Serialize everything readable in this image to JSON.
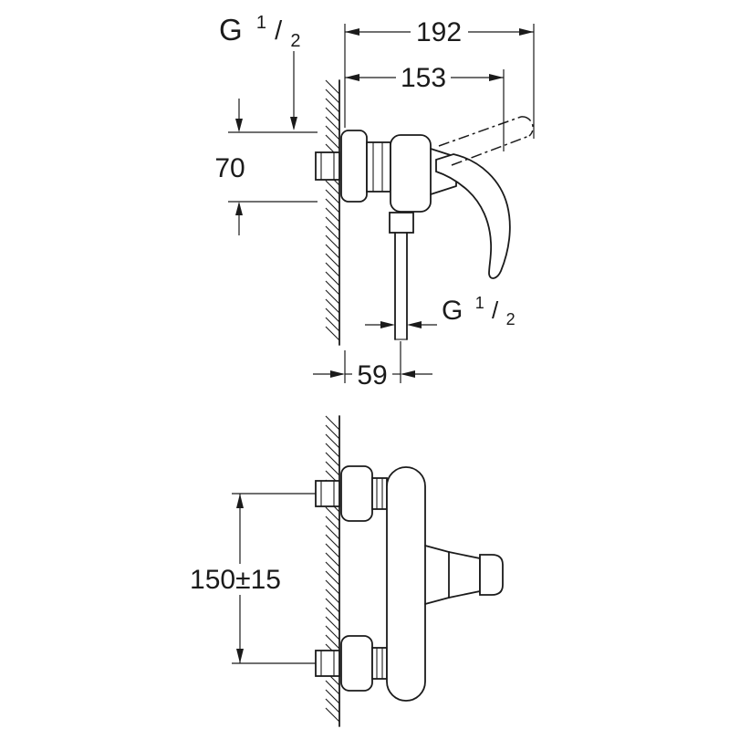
{
  "drawing": {
    "side_view": {
      "dim_total_depth": "192",
      "dim_body_depth": "153",
      "dim_flange_height": "70",
      "dim_outlet_from_wall": "59",
      "thread_inlet": {
        "letter": "G",
        "numerator": "1",
        "slash": "/",
        "denominator": "2"
      },
      "thread_outlet": {
        "letter": "G",
        "numerator": "1",
        "slash": "/",
        "denominator": "2"
      }
    },
    "front_view": {
      "dim_connection_spacing": "150±15"
    },
    "style": {
      "line_color": "#1b1b1b",
      "background": "#ffffff"
    }
  }
}
